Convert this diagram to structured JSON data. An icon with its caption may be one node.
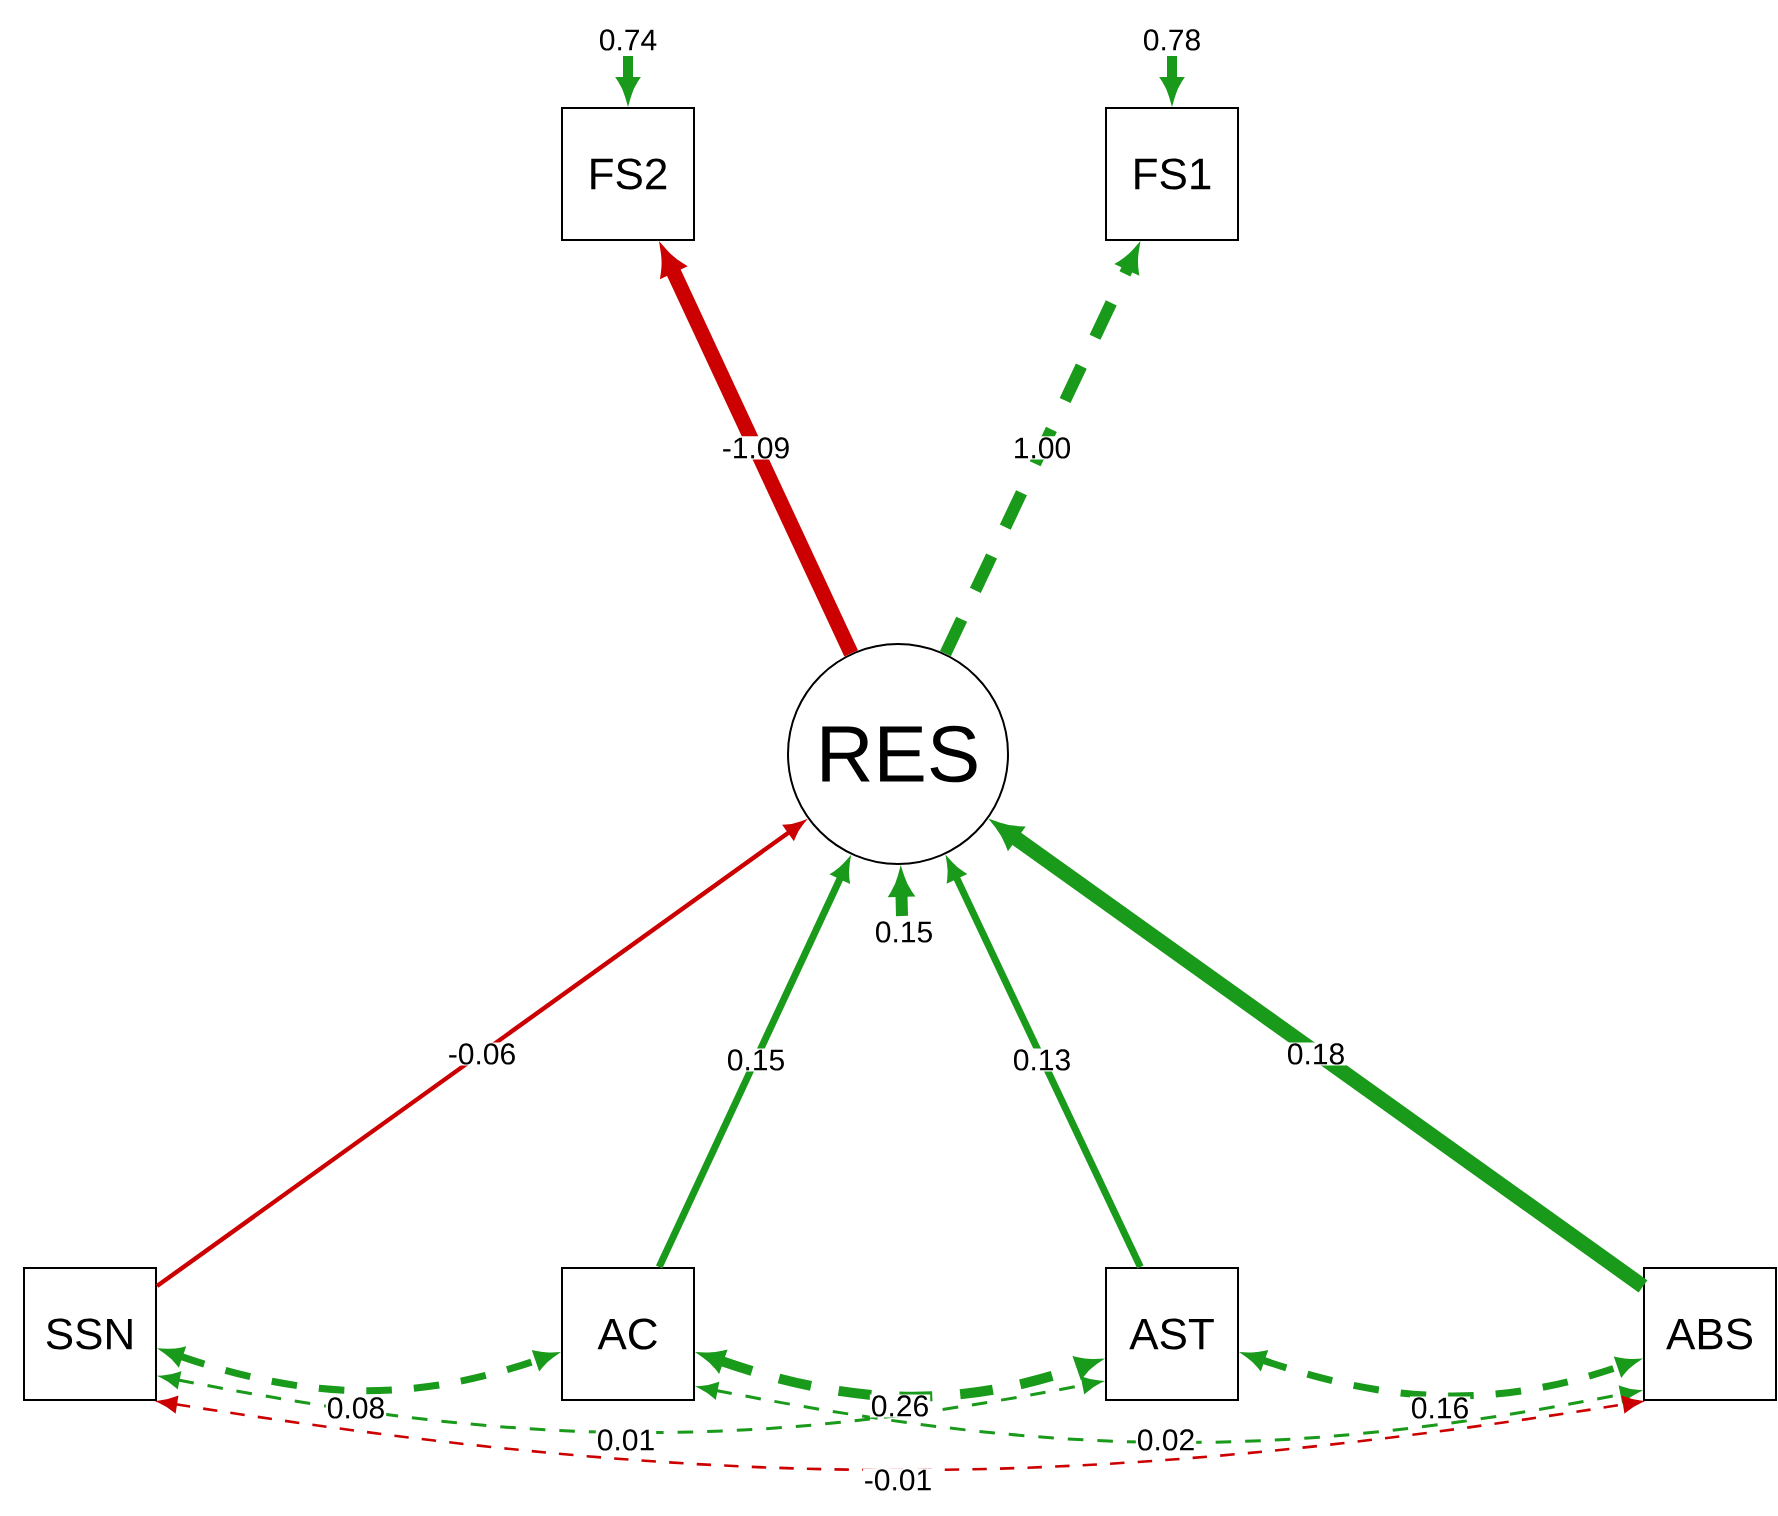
{
  "diagram": {
    "nodes": [
      {
        "text": [
          "FS2"
        ]
      },
      {
        "text": [
          "FS1"
        ]
      },
      {
        "text": [
          "RES"
        ]
      },
      {
        "text": [
          "SSN"
        ]
      },
      {
        "text": [
          "AC"
        ]
      },
      {
        "text": [
          "AST"
        ]
      },
      {
        "text": [
          "ABS"
        ]
      }
    ],
    "edges": [
      {
        "from": 2,
        "to": 0,
        "arrow": "to",
        "label": "-1.09",
        "style": "thick",
        "color": "#cc0000"
      },
      {
        "from": 2,
        "to": 1,
        "arrow": "to",
        "label": "1.00",
        "style": "dashed"
      },
      {
        "from": 3,
        "to": 2,
        "arrow": "to",
        "label": "-0.06",
        "color": "#cc0000"
      },
      {
        "from": 4,
        "to": 2,
        "arrow": "to",
        "label": "0.15"
      },
      {
        "from": 5,
        "to": 2,
        "arrow": "to",
        "label": "0.13"
      },
      {
        "from": 6,
        "to": 2,
        "arrow": "to",
        "label": "0.18",
        "style": "thick"
      },
      {
        "from": null,
        "to": 0,
        "arrow": "to",
        "label": "0.74"
      },
      {
        "from": null,
        "to": 1,
        "arrow": "to",
        "label": "0.78"
      },
      {
        "from": null,
        "to": 2,
        "arrow": "to",
        "label": "0.15"
      },
      {
        "from": 3,
        "to": 4,
        "arrow": "both",
        "label": "0.08",
        "style": "dashed"
      },
      {
        "from": 4,
        "to": 5,
        "arrow": "both",
        "label": "0.26",
        "style": "dashed"
      },
      {
        "from": 5,
        "to": 6,
        "arrow": "both",
        "label": "0.16",
        "style": "dashed"
      },
      {
        "from": 3,
        "to": 5,
        "arrow": "both",
        "label": "0.01",
        "style": "dashed"
      },
      {
        "from": 4,
        "to": 6,
        "arrow": "both",
        "label": "0.02",
        "style": "dashed"
      },
      {
        "from": 3,
        "to": 6,
        "arrow": "both",
        "label": "-0.01",
        "style": "dashed",
        "color": "#cc0000"
      }
    ]
  }
}
